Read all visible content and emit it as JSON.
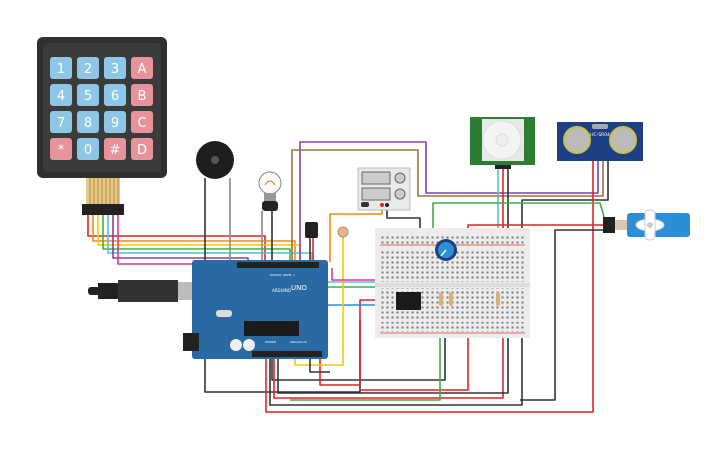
{
  "keypad": {
    "keys": [
      [
        "1",
        "2",
        "3",
        "A"
      ],
      [
        "4",
        "5",
        "6",
        "B"
      ],
      [
        "7",
        "8",
        "9",
        "C"
      ],
      [
        "*",
        "0",
        "#",
        "D"
      ]
    ],
    "number_key_color": "#8ec7e6",
    "letter_key_color": "#e6939b"
  },
  "arduino": {
    "brand": "ARDUINO",
    "model": "UNO",
    "digital_label": "DIGITAL (PWM~)",
    "power_label": "POWER",
    "analog_label": "ANALOG IN",
    "board_color": "#2a6aa4"
  },
  "ultrasonic": {
    "label": "HC-SR04",
    "color": "#1d3f86"
  },
  "pir": {
    "color": "#2f7d32"
  },
  "servo": {
    "color": "#2b8ed6"
  },
  "wire_colors": {
    "red": "#e02424",
    "black": "#333333",
    "green": "#3cb043",
    "yellow": "#f2cc00",
    "cyan": "#4fc3d9",
    "purple": "#8b3fa0",
    "brown": "#a0703e",
    "magenta": "#d63a9c",
    "orange": "#f08a18",
    "gray": "#8a8a8a",
    "blue": "#2d8fd8"
  }
}
